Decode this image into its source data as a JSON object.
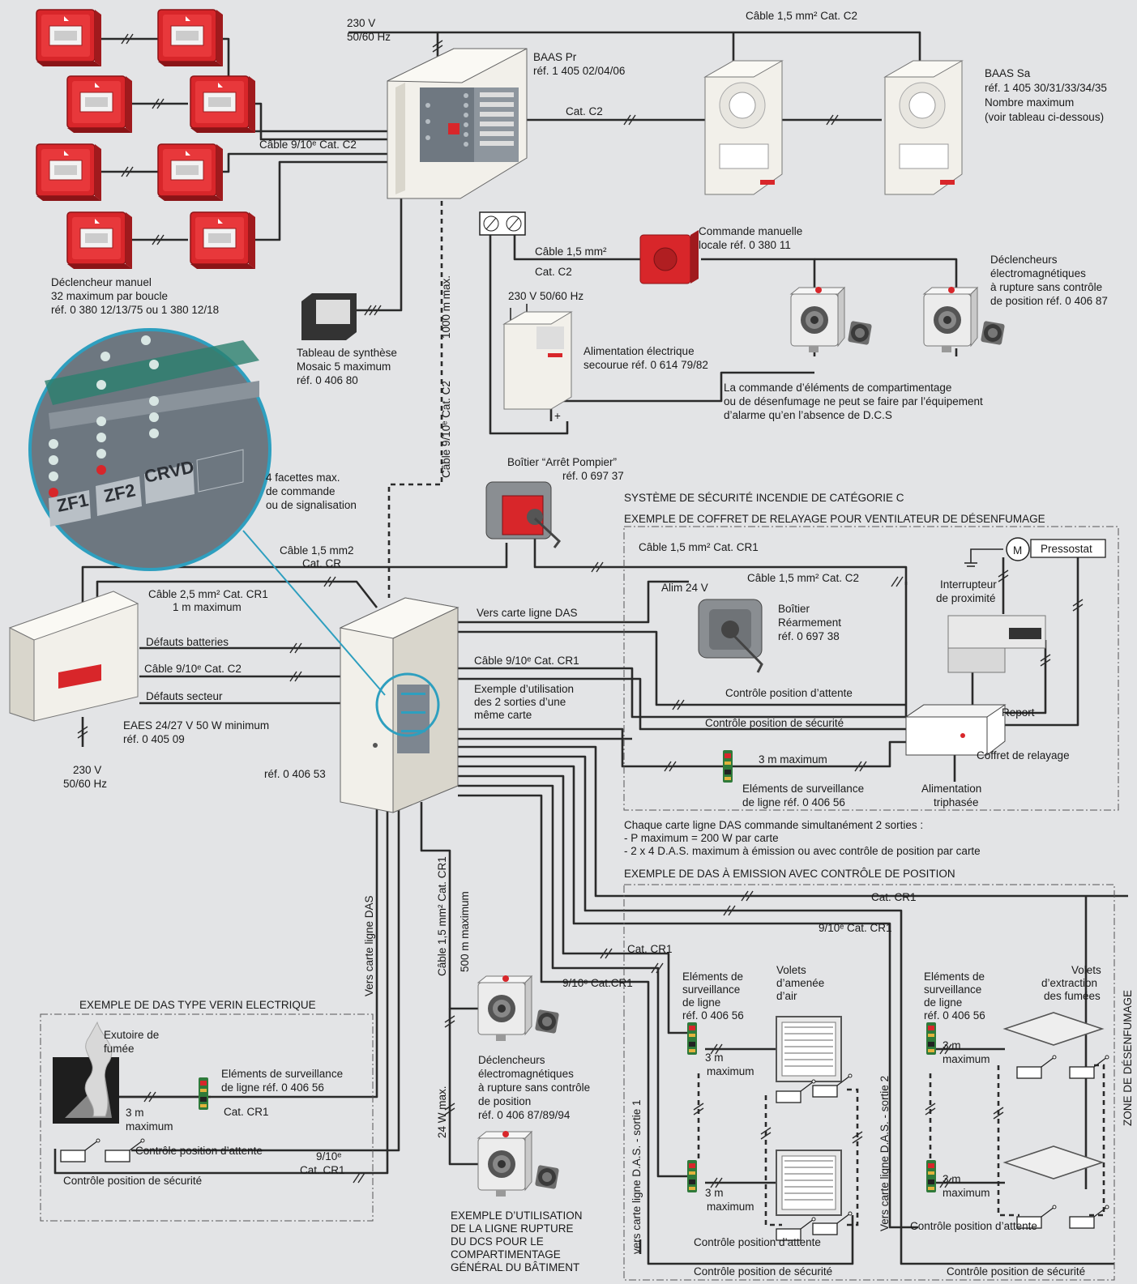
{
  "labels": {
    "mains_top": "230 V",
    "mains_top_hz": "50/60 Hz",
    "cable_c2_top": "Câble 1,5 mm² Cat. C2",
    "baas_pr": "BAAS Pr",
    "baas_pr_ref": "réf. 1 405 02/04/06",
    "baas_sa": "BAAS Sa",
    "baas_sa_ref": "réf. 1 405 30/31/33/34/35",
    "baas_sa_max": "Nombre maximum",
    "baas_sa_note": "(voir tableau ci-dessous)",
    "cat_c2": "Cat. C2",
    "cable_910_c2": "Câble 9/10ᵉ  Cat. C2",
    "declencheur_manuel": "Déclencheur manuel",
    "declencheur_max": "32 maximum par boucle",
    "declencheur_ref": "réf. 0 380 12/13/75 ou 1 380 12/18",
    "tableau_synthese": "Tableau de synthèse",
    "tableau_mosaic": "Mosaic 5 maximum",
    "tableau_ref": "réf. 0 406 80",
    "cable_15_mm2": "Câble 1,5 mm²",
    "cat_c2_b": "Cat. C2",
    "ps_230": "230 V 50/60 Hz",
    "alim_elec": "Alimentation électrique",
    "alim_ref": "secourue réf. 0 614 79/82",
    "plus": "+",
    "cmd_manuelle": "Commande manuelle",
    "cmd_manuelle_ref": "locale réf. 0 380 11",
    "decl_em_1": "Déclencheurs",
    "decl_em_2": "électromagnétiques",
    "decl_em_3": "à rupture sans contrôle",
    "decl_em_4": "de position réf. 0 406 87",
    "note_dcs_1": "La commande d’éléments de compartimentage",
    "note_dcs_2": "ou de désenfumage ne peut se faire par l’équipement",
    "note_dcs_3": "d’alarme qu’en l’absence de D.C.S",
    "len_1000": "1000 m max.",
    "cable_910_c2_vert": "Câble 9/10ᵉ Cat. C2",
    "facettes_1": "4 facettes max.",
    "facettes_2": "de commande",
    "facettes_3": "ou de signalisation",
    "boitier_pompier": "Boîtier “Arrêt Pompier”",
    "boitier_pompier_ref": "réf. 0 697 37",
    "ssi_title": "SYSTÈME DE SÉCURITÉ INCENDIE DE CATÉGORIE C",
    "coffret_title": "EXEMPLE DE COFFRET DE RELAYAGE POUR VENTILATEUR DE DÉSENFUMAGE",
    "cable_15_cr1": "Câble 1,5 mm² Cat. CR1",
    "motor": "M",
    "pressostat": "Pressostat",
    "alim_24": "Alim 24 V",
    "cable_15_c2_r": "Câble 1,5 mm² Cat. C2",
    "interrupteur_1": "Interrupteur",
    "interrupteur_2": "de proximité",
    "boitier_rearm_1": "Boîtier",
    "boitier_rearm_2": "Réarmement",
    "boitier_rearm_3": "réf. 0 697 38",
    "cable_15_cr": "Câble 1,5 mm2",
    "cat_cr": "Cat. CR",
    "cable_25_cr1": "Câble 2,5 mm² Cat. CR1",
    "one_m_max": "1 m maximum",
    "vers_das": "Vers carte ligne DAS",
    "defauts_batt": "Défauts batteries",
    "cable_910_cr1": "Câble 9/10ᵉ Cat. CR1",
    "cable_910_c2_l": "Câble 9/10ᵉ Cat. C2",
    "defauts_secteur": "Défauts secteur",
    "exemple_util_1": "Exemple d’utilisation",
    "exemple_util_2": "des 2 sorties d’une",
    "exemple_util_3": "même carte",
    "ctrl_attente_r": "Contrôle position d’attente",
    "ctrl_securite_r": "Contrôle position de sécurité",
    "report": "Report",
    "coffret_relayage": "Coffret de relayage",
    "three_m_max": "3 m maximum",
    "elements_surv_1": "Eléments de surveillance",
    "elements_surv_2": "de ligne réf. 0 406 56",
    "alim_tri_1": "Alimentation",
    "alim_tri_2": "triphasée",
    "eaes": "EAES 24/27 V 50 W minimum",
    "eaes_ref": "réf. 0 405 09",
    "mains_bot": "230 V",
    "mains_bot_hz": "50/60 Hz",
    "ref_40653": "réf. 0 406 53",
    "das_note_1": "Chaque carte ligne DAS commande simultanément 2 sorties :",
    "das_note_2": "- P maximum = 200 W par carte",
    "das_note_3": "- 2 x 4 D.A.S. maximum à émission ou avec contrôle de position par carte",
    "das_emission_title": "EXEMPLE DE DAS À EMISSION AVEC CONTRÔLE DE POSITION",
    "cat_cr1_a": "Cat. CR1",
    "cat_910_cr1_a": "9/10ᵉ Cat. CR1",
    "cat_cr1_b": "Cat. CR1",
    "cat_910_cr1_b": "9/10ᵉ Cat.CR1",
    "vers_das_vert": "Vers carte ligne DAS",
    "cable_15_cr1_vert": "Câble 1,5 mm² Cat. CR1",
    "len_500": "500 m maximum",
    "verin_title": "EXEMPLE DE DAS TYPE VERIN ELECTRIQUE",
    "exutoire_1": "Exutoire de",
    "exutoire_2": "fumée",
    "elements_surv_3": "Eléments de surveillance",
    "elements_surv_4": "de ligne réf. 0 406 56",
    "cat_cr1_c": "Cat. CR1",
    "three_m": "3 m",
    "maximum": "maximum",
    "ctrl_attente_l": "Contrôle position d’attente",
    "ctrl_securite_l": "Contrôle position de sécurité",
    "cat_910_l": "9/10ᵉ",
    "cat_cr1_l": "Cat. CR1",
    "len_24w": "24 W max.",
    "decl_b_1": "Déclencheurs",
    "decl_b_2": "électromagnétiques",
    "decl_b_3": "à rupture sans contrôle",
    "decl_b_4": "de position",
    "decl_b_5": "réf. 0 406 87/89/94",
    "dcs_ex_1": "EXEMPLE D’UTILISATION",
    "dcs_ex_2": "DE LA LIGNE RUPTURE",
    "dcs_ex_3": "DU DCS POUR LE",
    "dcs_ex_4": "COMPARTIMENTAGE",
    "dcs_ex_5": "GÉNÉRAL DU BÂTIMENT",
    "elem_surv_m1": "Eléments de",
    "elem_surv_m2": "surveillance",
    "elem_surv_m3": "de ligne",
    "elem_surv_m4": "réf. 0 406 56",
    "volets_am_1": "Volets",
    "volets_am_2": "d’amenée",
    "volets_am_3": "d’air",
    "volets_ex_1": "Volets",
    "volets_ex_2": "d’extraction",
    "volets_ex_3": "des fumées",
    "three_m_b": "3 m",
    "maximum_b": "maximum",
    "sortie_1": "vers carte ligne D.A.S. - sortie 1",
    "sortie_2": "Vers carte ligne D.A.S. - sortie 2",
    "zone_desenf": "ZONE DE DÉSENFUMAGE",
    "ctrl_attente_m": "Contrôle position d’attente",
    "ctrl_securite_m": "Contrôle position de sécurité",
    "ctrl_attente_rr": "Contrôle position d’attente",
    "ctrl_securite_rr": "Contrôle position de sécurité",
    "zf1": "ZF1",
    "zf2": "ZF2",
    "crvd": "CRVD"
  },
  "colors": {
    "red": "#d8262a",
    "teal": "#2e9fbf",
    "panel": "#7d8690",
    "background": "#e3e4e6",
    "cream": "#f2f0ea"
  }
}
